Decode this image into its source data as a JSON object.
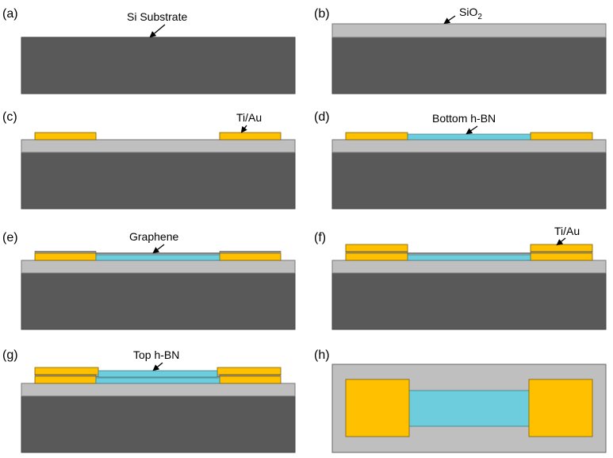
{
  "colors": {
    "substrate": "#595959",
    "oxide": "#bfbfbf",
    "metal": "#ffc000",
    "hbn": "#6dcddd",
    "graphene": "#8f8f8f",
    "outline": "#555555"
  },
  "panels": [
    {
      "id": "a",
      "label": "(a)",
      "annotation": "Si Substrate"
    },
    {
      "id": "b",
      "label": "(b)",
      "annotation": "SiO",
      "annotation_sub": "2"
    },
    {
      "id": "c",
      "label": "(c)",
      "annotation": "Ti/Au"
    },
    {
      "id": "d",
      "label": "(d)",
      "annotation": "Bottom h-BN"
    },
    {
      "id": "e",
      "label": "(e)",
      "annotation": "Graphene"
    },
    {
      "id": "f",
      "label": "(f)",
      "annotation": "Ti/Au"
    },
    {
      "id": "g",
      "label": "(g)",
      "annotation": "Top h-BN"
    },
    {
      "id": "h",
      "label": "(h)",
      "annotation": ""
    }
  ]
}
